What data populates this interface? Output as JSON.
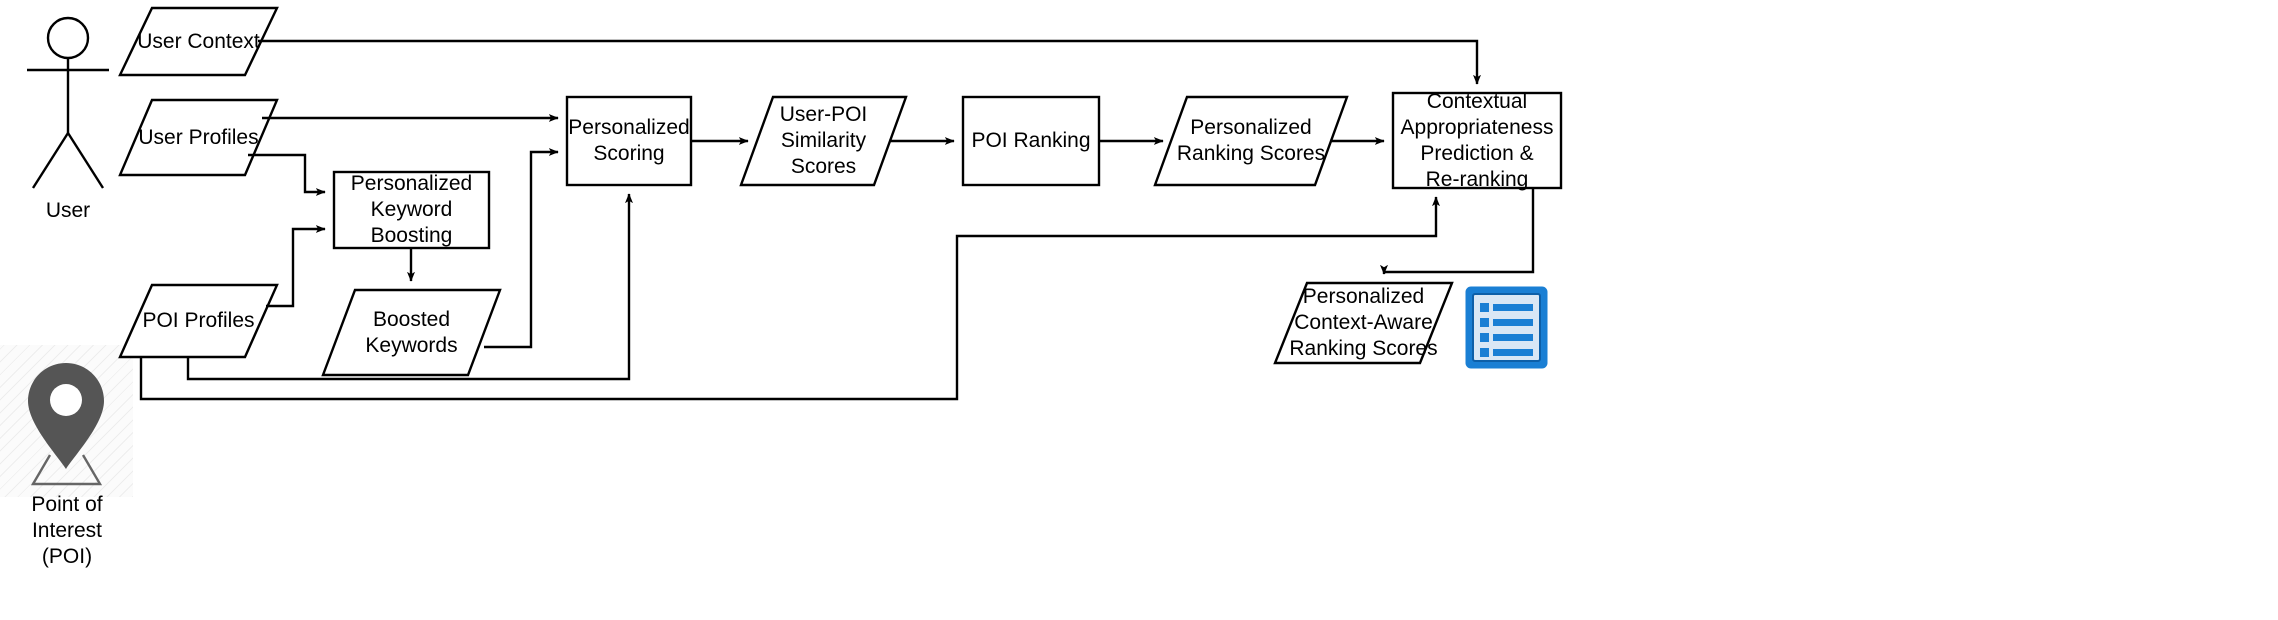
{
  "diagram": {
    "title": "Personalized Context-Aware POI Ranking Pipeline",
    "type": "flowchart",
    "background": "#ffffff",
    "stroke_color": "#000000",
    "actors": [
      {
        "id": "user",
        "icon": "stick-figure-icon",
        "label": "User"
      },
      {
        "id": "poi",
        "icon": "map-pin-icon",
        "label": "Point of\nInterest\n(POI)",
        "icon_fill": "#555555",
        "panel_fill": "#fbfbfb"
      }
    ],
    "nodes": [
      {
        "id": "user_context",
        "shape": "parallelogram",
        "label": "User Context"
      },
      {
        "id": "user_profiles",
        "shape": "parallelogram",
        "label": "User Profiles"
      },
      {
        "id": "poi_profiles",
        "shape": "parallelogram",
        "label": "POI Profiles"
      },
      {
        "id": "keyword_boosting",
        "shape": "rectangle",
        "label": "Personalized\nKeyword\nBoosting"
      },
      {
        "id": "boosted_keywords",
        "shape": "parallelogram",
        "label": "Boosted\nKeywords"
      },
      {
        "id": "personalized_scoring",
        "shape": "rectangle",
        "label": "Personalized\nScoring"
      },
      {
        "id": "similarity_scores",
        "shape": "parallelogram",
        "label": "User-POI\nSimilarity\nScores"
      },
      {
        "id": "poi_ranking",
        "shape": "rectangle",
        "label": "POI Ranking"
      },
      {
        "id": "ranking_scores",
        "shape": "parallelogram",
        "label": "Personalized\nRanking Scores"
      },
      {
        "id": "contextual_rerank",
        "shape": "rectangle",
        "label": "Contextual\nAppropriateness\nPrediction &\nRe-ranking"
      },
      {
        "id": "final_scores",
        "shape": "parallelogram",
        "label": "Personalized\nContext-Aware\nRanking Scores"
      }
    ],
    "output_icon": {
      "id": "results_list",
      "name": "list-results-icon",
      "border_color": "#1a7fd4",
      "fill_color": "#d9e7f5",
      "row_color": "#1a7fd4"
    },
    "edges": [
      {
        "from": "user_context",
        "to": "contextual_rerank"
      },
      {
        "from": "user_profiles",
        "to": "personalized_scoring"
      },
      {
        "from": "user_profiles",
        "to": "keyword_boosting"
      },
      {
        "from": "poi_profiles",
        "to": "keyword_boosting"
      },
      {
        "from": "keyword_boosting",
        "to": "boosted_keywords"
      },
      {
        "from": "boosted_keywords",
        "to": "personalized_scoring"
      },
      {
        "from": "poi_profiles",
        "to": "personalized_scoring"
      },
      {
        "from": "poi_profiles",
        "to": "contextual_rerank"
      },
      {
        "from": "personalized_scoring",
        "to": "similarity_scores"
      },
      {
        "from": "similarity_scores",
        "to": "poi_ranking"
      },
      {
        "from": "poi_ranking",
        "to": "ranking_scores"
      },
      {
        "from": "ranking_scores",
        "to": "contextual_rerank"
      },
      {
        "from": "contextual_rerank",
        "to": "final_scores"
      }
    ]
  }
}
